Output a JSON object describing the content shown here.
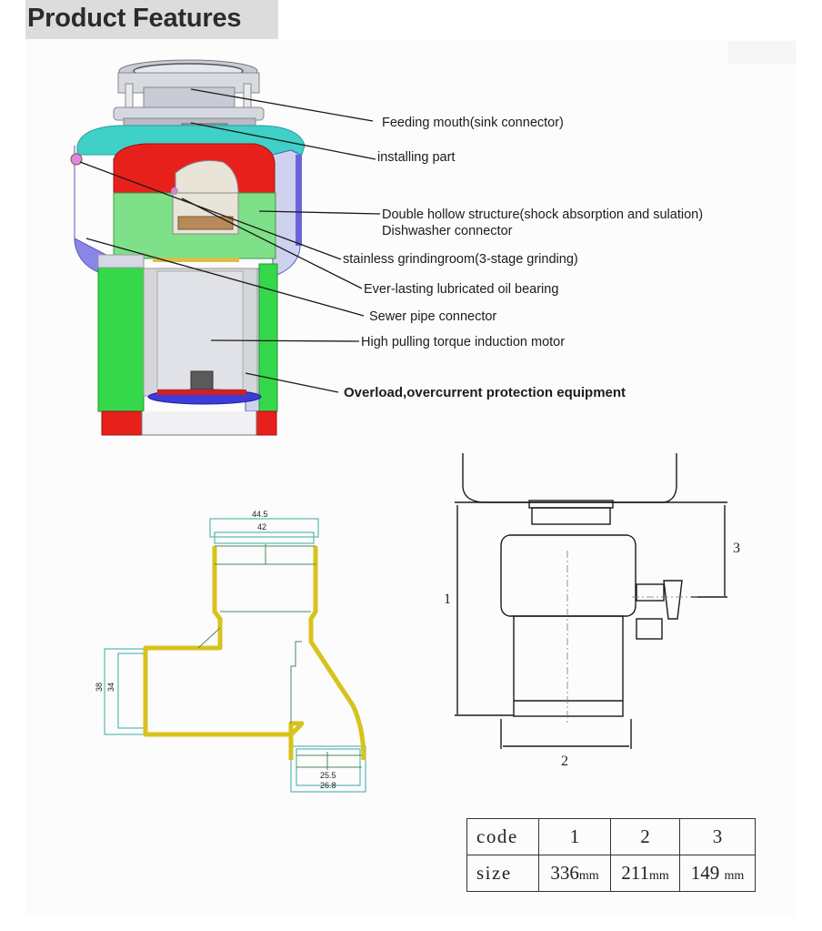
{
  "header": {
    "title": "Product Features"
  },
  "cutaway": {
    "labels": [
      "Feeding mouth(sink connector)",
      "installing part",
      "Double hollow structure(shock absorption and sulation)",
      "Dishwasher connector",
      "stainless grindingroom(3-stage grinding)",
      "Ever-lasting lubricated oil bearing",
      "Sewer pipe connector",
      "High pulling torque induction motor",
      "Overload,overcurrent protection equipment"
    ],
    "colors": {
      "teal_cap": "#3fd0c8",
      "red_housing": "#e8201c",
      "green_body": "#35d84a",
      "purple_shell": "#8a86e8",
      "silver_motor": "#d4d6dc"
    }
  },
  "pipe_drawing": {
    "top_outer": "44.5",
    "top_inner": "42",
    "left_outer": "38",
    "left_inner": "34",
    "bottom_inner": "25.5",
    "bottom_outer": "26.8"
  },
  "dimension_drawing": {
    "labels": [
      "1",
      "2",
      "3"
    ]
  },
  "spec_table": {
    "row_header_code": "code",
    "row_header_size": "size",
    "codes": [
      "1",
      "2",
      "3"
    ],
    "sizes": [
      "336",
      "211",
      "149"
    ],
    "unit": "mm"
  }
}
